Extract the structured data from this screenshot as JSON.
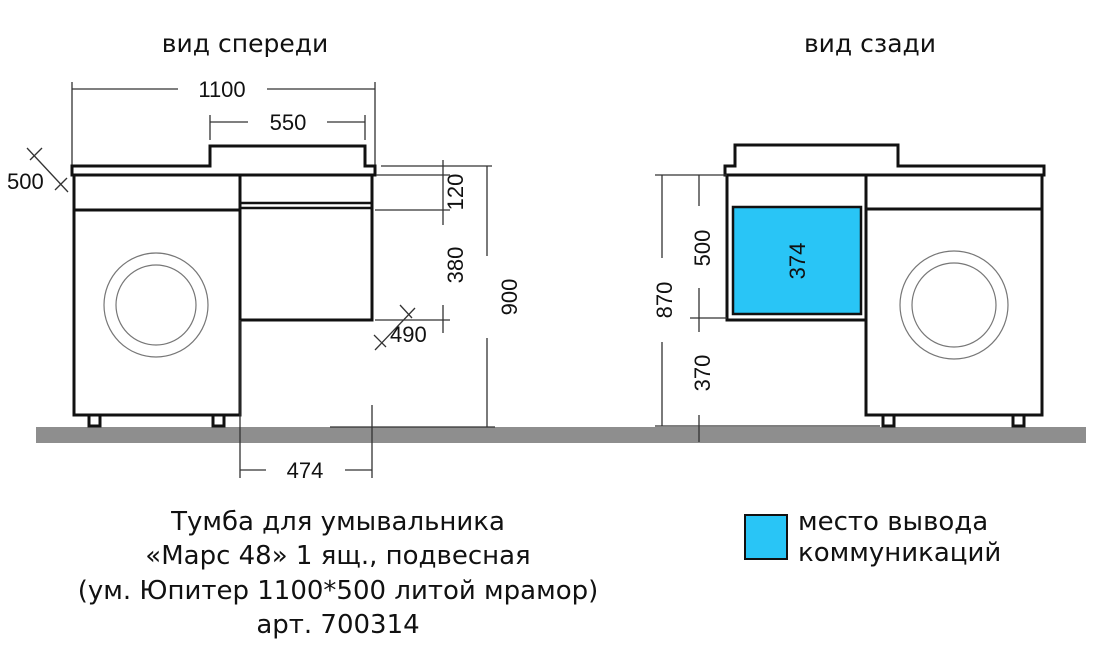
{
  "views": {
    "front_title": "вид спереди",
    "rear_title": "вид сзади"
  },
  "front_dimensions": {
    "total_width": "1100",
    "basin_width": "550",
    "depth": "500",
    "top_height": "120",
    "drawer_height": "380",
    "drawer_depth": "490",
    "total_height": "900",
    "cabinet_width": "474"
  },
  "rear_dimensions": {
    "height_870": "870",
    "zone_500": "500",
    "floor_370": "370",
    "zone_width": "374"
  },
  "caption": {
    "line1": "Тумба для умывальника",
    "line2": "«Марс 48» 1 ящ., подвесная",
    "line3": "(ум. Юпитер 1100*500 литой мрамор)",
    "line4": "арт. 700314"
  },
  "legend": {
    "line1": "место вывода",
    "line2": "коммуникаций",
    "color": "#29c5f6"
  },
  "colors": {
    "floor": "#8e8e8e",
    "communications": "#29c5f6"
  }
}
